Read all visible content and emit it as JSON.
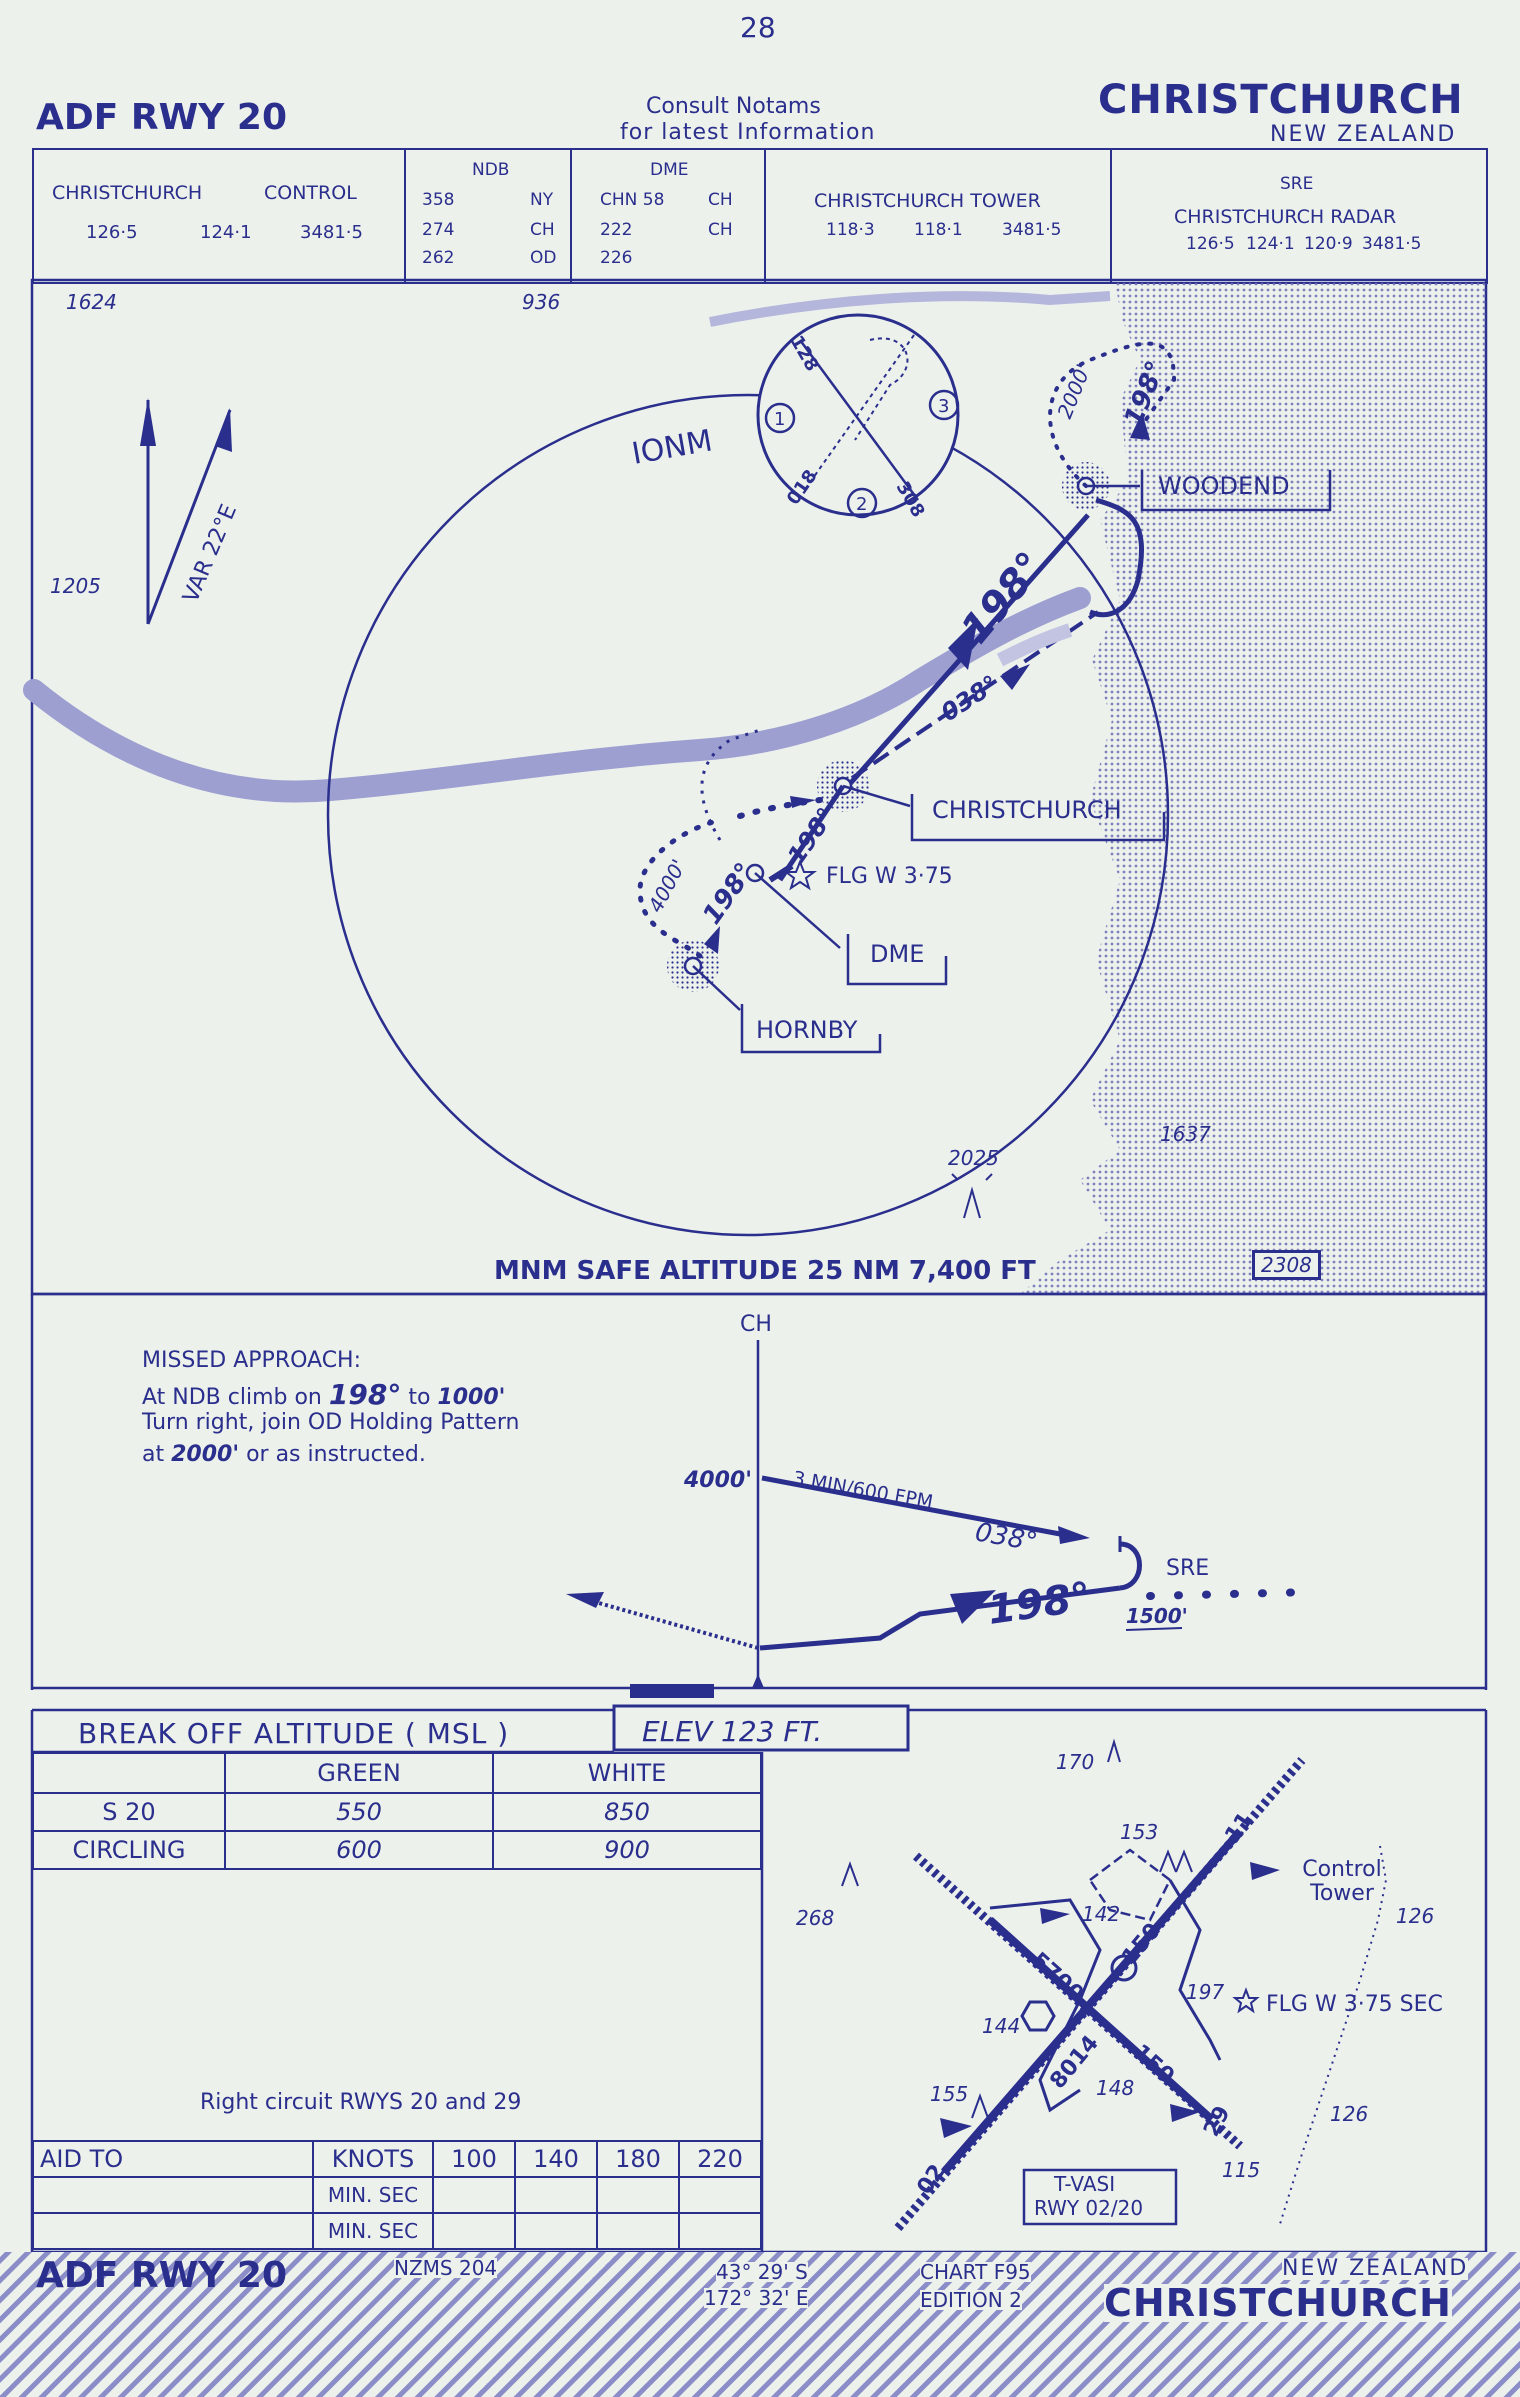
{
  "page_number": "28",
  "title_left": "ADF RWY 20",
  "consult": {
    "line1": "Consult   Notams",
    "line2": "for  latest  Information"
  },
  "location": {
    "name": "CHRISTCHURCH",
    "country": "NEW ZEALAND"
  },
  "comms": {
    "control": {
      "name1": "CHRISTCHURCH",
      "name2": "CONTROL",
      "freqs": [
        "126·5",
        "124·1",
        "3481·5"
      ]
    },
    "ndb": {
      "header": "NDB",
      "rows": [
        [
          "358",
          "NY"
        ],
        [
          "274",
          "CH"
        ],
        [
          "262",
          "OD"
        ]
      ]
    },
    "dme": {
      "header": "DME",
      "rows": [
        [
          "CHN  58",
          "CH"
        ],
        [
          "222",
          "CH"
        ],
        [
          "226",
          ""
        ]
      ]
    },
    "tower": {
      "name": "CHRISTCHURCH TOWER",
      "freqs": [
        "118·3",
        "118·1",
        "3481·5"
      ]
    },
    "radar": {
      "header": "SRE",
      "name": "CHRISTCHURCH   RADAR",
      "freqs": [
        "126·5",
        "124·1",
        "120·9",
        "3481·5"
      ]
    }
  },
  "plan": {
    "spot_heights": [
      "1624",
      "936",
      "1205",
      "1637",
      "2025",
      "2308"
    ],
    "var_label": "VAR 22°E",
    "ring_label": "IONM",
    "holding_inset": {
      "tracks": [
        "128",
        "018",
        "308"
      ],
      "entries": [
        "1",
        "2",
        "3"
      ]
    },
    "woodend": {
      "name": "WOODEND",
      "inbound_track": "198°",
      "altitude": "2000'"
    },
    "christchurch_ndb": "CHRISTCHURCH",
    "dme_label": "DME",
    "hornby": {
      "name": "HORNBY",
      "altitude": "4000'"
    },
    "tracks": {
      "inbound": "198°",
      "outbound": "038°",
      "final": "198°",
      "hornby_track": "198°"
    },
    "flg": "FLG  W  3·75",
    "msa": "MNM SAFE ALTITUDE 25 NM  7,400 FT"
  },
  "missed_approach": {
    "title": "MISSED APPROACH:",
    "line1_a": "At NDB climb on",
    "line1_b": "198°",
    "line1_c": "to",
    "line1_d": "1000'",
    "line2": "Turn right, join OD Holding Pattern",
    "line3_a": "at",
    "line3_b": "2000'",
    "line3_c": "or as instructed."
  },
  "profile": {
    "beacon": "CH",
    "alt_4000": "4000'",
    "rate": "3 MIN/600 FPM",
    "track_out": "038°",
    "track_in": "198°",
    "sre": "SRE",
    "alt_1500": "1500'"
  },
  "minimums": {
    "title": "BREAK  OFF  ALTITUDE   ( MSL )",
    "elev": "ELEV   123     FT.",
    "columns": [
      "",
      "GREEN",
      "WHITE"
    ],
    "rows": [
      [
        "S 20",
        "550",
        "850"
      ],
      [
        "CIRCLING",
        "600",
        "900"
      ]
    ],
    "circuit": "Right circuit  RWYS  20  and  29",
    "speed_table": {
      "rows": [
        [
          "AID TO",
          "KNOTS",
          "100",
          "140",
          "180",
          "220"
        ],
        [
          "",
          "MIN. SEC",
          "",
          "",
          "",
          ""
        ],
        [
          "",
          "MIN. SEC",
          "",
          "",
          "",
          ""
        ]
      ]
    }
  },
  "aerodrome": {
    "labels": [
      "170",
      "153",
      "268",
      "142",
      "5700",
      "150",
      "126",
      "197",
      "144",
      "8014",
      "155",
      "148",
      "150",
      "29",
      "126",
      "115",
      "02",
      "11"
    ],
    "control_tower": "Control Tower",
    "flg": "FLG  W  3·75 SEC",
    "vasi": {
      "line1": "T-VASI",
      "line2": "RWY 02/20"
    }
  },
  "footer": {
    "left": "ADF RWY 20",
    "map_ref": "NZMS  204",
    "lat": "43° 29' S",
    "lon": "172° 32' E",
    "chart": "CHART F95",
    "edition": "EDITION  2",
    "country": "NEW  ZEALAND",
    "city": "CHRISTCHURCH"
  },
  "colors": {
    "ink": "#2a2e8c",
    "paper": "#edf1ec",
    "sea": "#a9acd2"
  }
}
